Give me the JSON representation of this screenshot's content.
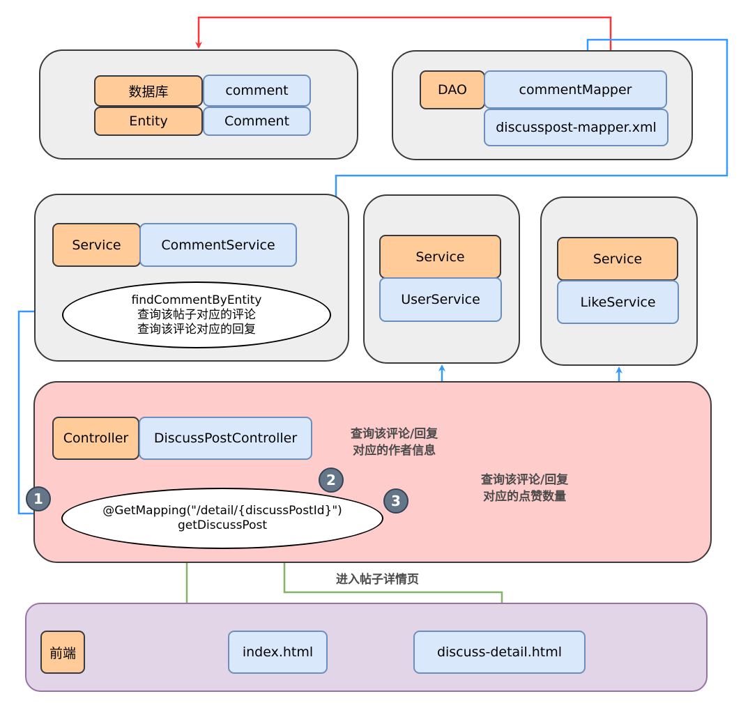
{
  "colors": {
    "red_arrow": "#ff3333",
    "blue_arrow": "#3399ff",
    "green_arrow": "#82b366",
    "layer_label_fill": "#ffcc99",
    "component_fill": "#dae8fc",
    "controller_group_fill": "#ffcccc",
    "frontend_group_fill": "#e1d5e7",
    "generic_group_fill": "#eeeeee",
    "badge_fill": "#647687"
  },
  "database_group": {
    "rows": [
      {
        "layer": "数据库",
        "component": "comment"
      },
      {
        "layer": "Entity",
        "component": "Comment"
      }
    ]
  },
  "dao_group": {
    "layer": "DAO",
    "components": [
      "commentMapper",
      "discusspost-mapper.xml"
    ]
  },
  "comment_service_group": {
    "layer": "Service",
    "component": "CommentService",
    "method": {
      "lines": [
        "findCommentByEntity",
        "查询该帖子对应的评论",
        "查询该评论对应的回复"
      ]
    }
  },
  "user_service_group": {
    "layer": "Service",
    "component": "UserService"
  },
  "like_service_group": {
    "layer": "Service",
    "component": "LikeService"
  },
  "controller_group": {
    "layer": "Controller",
    "component": "DiscussPostController",
    "method": {
      "lines": [
        "@GetMapping(\"/detail/{discussPostId}\")",
        "getDiscussPost"
      ]
    },
    "badges": [
      "1",
      "2",
      "3"
    ],
    "annotations": {
      "author_info": [
        "查询该评论/回复",
        "对应的作者信息"
      ],
      "like_count": [
        "查询该评论/回复",
        "对应的点赞数量"
      ]
    }
  },
  "frontend_group": {
    "layer": "前端",
    "pages": [
      "index.html",
      "discuss-detail.html"
    ],
    "annotation": "进入帖子详情页"
  }
}
